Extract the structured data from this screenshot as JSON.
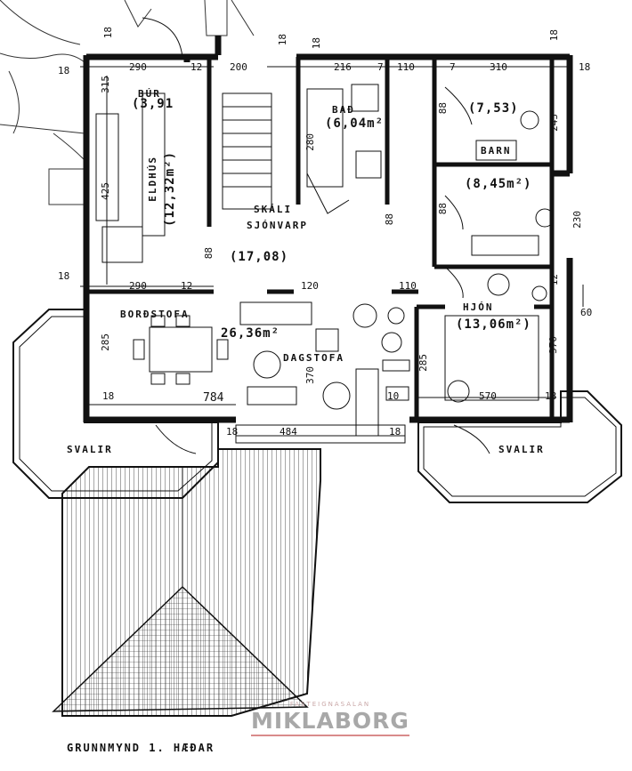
{
  "caption": "GRUNNMYND 1. HÆÐAR",
  "brand": {
    "tagline": "FASTEIGNASALAN",
    "name": "MIKLABORG"
  },
  "rooms": {
    "eldhus": {
      "name": "ELDHÚS",
      "area": "(12,32m²)"
    },
    "bur": {
      "name": "BÚR",
      "area": "(3,91"
    },
    "bad": {
      "name": "BAÐ",
      "area": "(6,04m²)"
    },
    "skali": {
      "name": "SKÁLI",
      "sub": "SJÓNVARP",
      "area": "(17,08)"
    },
    "barn1": {
      "area": "(7,53)"
    },
    "barn2": {
      "name": "BARN",
      "area": "(8,45m²)"
    },
    "hjon": {
      "name": "HJÓN",
      "area": "(13,06m²)"
    },
    "bordstofa": {
      "name": "BORÐSTOFA"
    },
    "stofa": {
      "area": "26,36m²"
    },
    "dagstofa": {
      "name": "DAGSTOFA"
    },
    "svalir_left": {
      "name": "SVALIR"
    },
    "svalir_right": {
      "name": "SVALIR"
    }
  },
  "dimensions": {
    "top_290": "290",
    "top_12a": "12",
    "top_200": "200",
    "top_216": "216",
    "top_7a": "7",
    "top_110": "110",
    "top_7b": "7",
    "top_310": "310",
    "top_18a": "18",
    "top_18b": "18",
    "top_18c": "18",
    "top_18d": "18",
    "left_18a": "18",
    "left_18b": "18",
    "left_18c": "18",
    "left_425": "425",
    "left_315": "315",
    "left_285": "285",
    "mid_290": "290",
    "mid_12": "12",
    "mid_88a": "88",
    "mid_280": "280",
    "mid_88b": "88",
    "mid_88c": "88",
    "mid_110": "110",
    "mid_120": "120",
    "mid_88d": "88",
    "mid_243": "243",
    "mid_230": "230",
    "mid_12b": "12",
    "right_60": "60",
    "right_18": "18",
    "bot_784": "784",
    "bot_18a": "18",
    "bot_484": "484",
    "bot_18b": "18",
    "bot_570": "570",
    "bot_370a": "370",
    "bot_370b": "370",
    "bot_18c": "18",
    "bot_10": "10",
    "bot_285": "285"
  }
}
